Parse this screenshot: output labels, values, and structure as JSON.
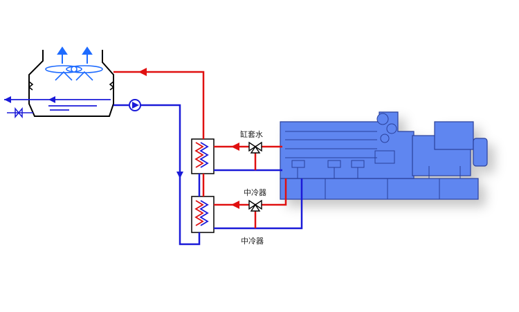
{
  "labels": {
    "jacket_water": "缸套水",
    "intercooler_valve": "中冷器",
    "intercooler_bottom": "中冷器"
  },
  "colors": {
    "hot_line": "#e01010",
    "cold_line": "#1a1ad8",
    "engine_fill": "#5f86f0",
    "engine_stroke": "#2a3f9a",
    "tower_stroke": "#000000",
    "fan_blue": "#1e6bff"
  },
  "icons": {
    "fan": "fan-icon",
    "pump": "pump-icon",
    "valve": "three-way-valve-icon",
    "heat_exchanger": "heat-exchanger-icon"
  }
}
